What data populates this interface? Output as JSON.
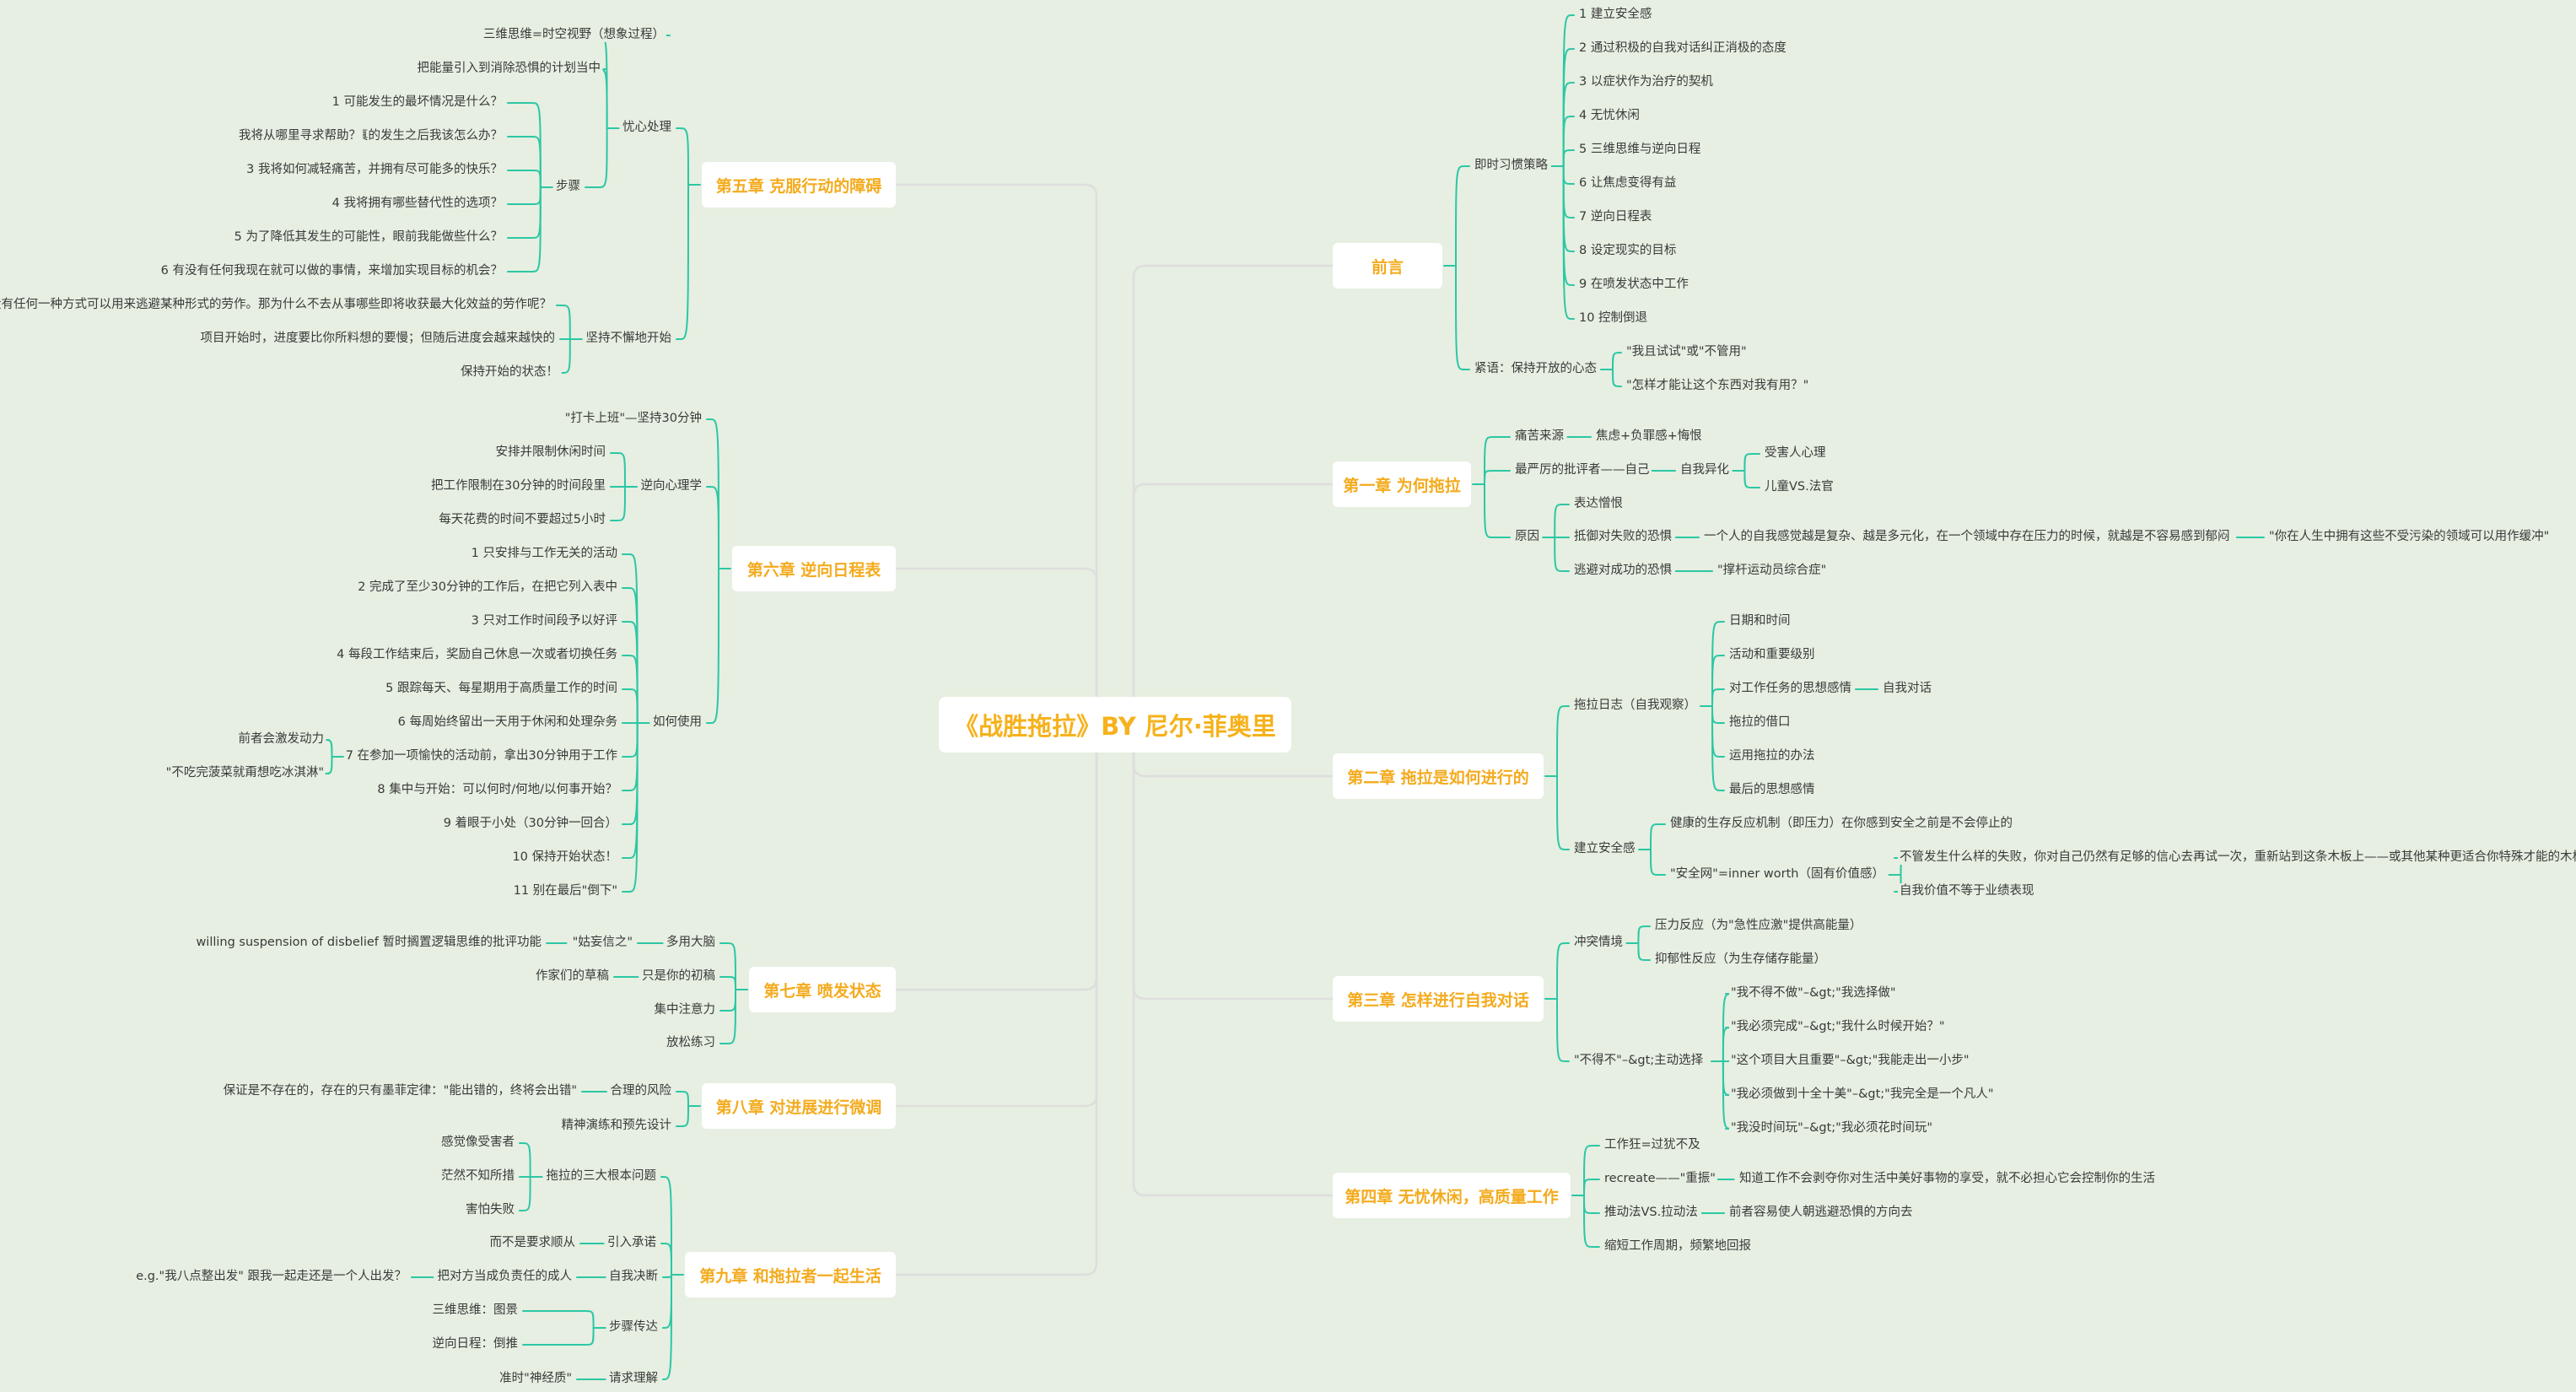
{
  "title": "《战胜拖拉》BY 尼尔·菲奥里",
  "colors": {
    "background": "#e6efe1",
    "accent": "#f4ab1e",
    "branch_line": "#2cc7a4",
    "main_line": "#dedede",
    "text": "#3a3a3a"
  },
  "chapters": [
    {
      "label": "前言",
      "side": "right",
      "children": [
        {
          "text": "即时习惯策略",
          "children": [
            {
              "text": "1 建立安全感"
            },
            {
              "text": "2 通过积极的自我对话纠正消极的态度"
            },
            {
              "text": "3 以症状作为治疗的契机"
            },
            {
              "text": "4 无忧休闲"
            },
            {
              "text": "5 三维思维与逆向日程"
            },
            {
              "text": "6 让焦虑变得有益"
            },
            {
              "text": "7 逆向日程表"
            },
            {
              "text": "8 设定现实的目标"
            },
            {
              "text": "9 在喷发状态中工作"
            },
            {
              "text": "10 控制倒退"
            }
          ]
        },
        {
          "text": "紧语：保持开放的心态",
          "children": [
            {
              "text": "\"我且试试\"或\"不管用\""
            },
            {
              "text": "\"怎样才能让这个东西对我有用？\""
            }
          ]
        }
      ]
    },
    {
      "label": "第一章 为何拖拉",
      "side": "right",
      "children": [
        {
          "text": "痛苦来源",
          "children": [
            {
              "text": "焦虑+负罪感+悔恨"
            }
          ]
        },
        {
          "text": "最严厉的批评者——自己",
          "children": [
            {
              "text": "自我异化",
              "children": [
                {
                  "text": "受害人心理"
                },
                {
                  "text": "儿童VS.法官"
                }
              ]
            }
          ]
        },
        {
          "text": "原因",
          "children": [
            {
              "text": "表达憎恨"
            },
            {
              "text": "抵御对失败的恐惧",
              "children": [
                {
                  "text": "一个人的自我感觉越是复杂、越是多元化，在一个领域中存在压力的时候，就越是不容易感到郁闷",
                  "children": [
                    {
                      "text": "\"你在人生中拥有这些不受污染的领域可以用作缓冲\""
                    }
                  ]
                }
              ]
            },
            {
              "text": "逃避对成功的恐惧",
              "children": [
                {
                  "text": "\"撑杆运动员综合症\""
                }
              ]
            }
          ]
        }
      ]
    },
    {
      "label": "第二章 拖拉是如何进行的",
      "side": "right",
      "children": [
        {
          "text": "拖拉日志（自我观察）",
          "children": [
            {
              "text": "日期和时间"
            },
            {
              "text": "活动和重要级别"
            },
            {
              "text": "对工作任务的思想感情",
              "children": [
                {
                  "text": "自我对话"
                }
              ]
            },
            {
              "text": "拖拉的借口"
            },
            {
              "text": "运用拖拉的办法"
            },
            {
              "text": "最后的思想感情"
            }
          ]
        },
        {
          "text": "建立安全感",
          "children": [
            {
              "text": "健康的生存反应机制（即压力）在你感到安全之前是不会停止的"
            },
            {
              "text": "\"安全网\"=inner worth（固有价值感）",
              "children": [
                {
                  "text": "不管发生什么样的失败，你对自己仍然有足够的信心去再试一次，重新站到这条木板上——或其他某种更适合你特殊才能的木板上"
                },
                {
                  "text": "自我价值不等于业绩表现"
                }
              ]
            }
          ]
        }
      ]
    },
    {
      "label": "第三章 怎样进行自我对话",
      "side": "right",
      "children": [
        {
          "text": "冲突情境",
          "children": [
            {
              "text": "压力反应（为\"急性应激\"提供高能量）"
            },
            {
              "text": "抑郁性反应（为生存储存能量）"
            }
          ]
        },
        {
          "text": "\"不得不\"–&gt;主动选择",
          "children": [
            {
              "text": "\"我不得不做\"–&gt;\"我选择做\""
            },
            {
              "text": "\"我必须完成\"–&gt;\"我什么时候开始？\""
            },
            {
              "text": "\"这个项目大且重要\"–&gt;\"我能走出一小步\""
            },
            {
              "text": "\"我必须做到十全十美\"–&gt;\"我完全是一个凡人\""
            },
            {
              "text": "\"我没时间玩\"–&gt;\"我必须花时间玩\""
            }
          ]
        }
      ]
    },
    {
      "label": "第四章 无忧休闲，高质量工作",
      "side": "right",
      "children": [
        {
          "text": "工作狂=过犹不及"
        },
        {
          "text": "recreate——\"重振\"",
          "children": [
            {
              "text": "知道工作不会剥夺你对生活中美好事物的享受，就不必担心它会控制你的生活"
            }
          ]
        },
        {
          "text": "推动法VS.拉动法",
          "children": [
            {
              "text": "前者容易使人朝逃避恐惧的方向去"
            }
          ]
        },
        {
          "text": "缩短工作周期，频繁地回报"
        }
      ]
    },
    {
      "label": "第五章 克服行动的障碍",
      "side": "left",
      "children": [
        {
          "text": "忧心处理",
          "children": [
            {
              "text": "三维思维=时空视野（想象过程）"
            },
            {
              "text": "把能量引入到消除恐惧的计划当中"
            },
            {
              "text": "步骤",
              "children": [
                {
                  "text": "1 可能发生的最坏情况是什么？"
                },
                {
                  "text": "2 真的发生之后我该怎么办？",
                  "children": [
                    {
                      "text": "我将从哪里寻求帮助？"
                    }
                  ]
                },
                {
                  "text": "3 我将如何减轻痛苦，并拥有尽可能多的快乐？"
                },
                {
                  "text": "4 我将拥有哪些替代性的选项？"
                },
                {
                  "text": "5 为了降低其发生的可能性，眼前我能做些什么？"
                },
                {
                  "text": "6 有没有任何我现在就可以做的事情，来增加实现目标的机会？"
                }
              ]
            }
          ]
        },
        {
          "text": "坚持不懈地开始",
          "children": [
            {
              "text": "没有任何一种方式可以用来逃避某种形式的劳作。那为什么不去从事哪些即将收获最大化效益的劳作呢？"
            },
            {
              "text": "项目开始时，进度要比你所料想的要慢；但随后进度会越来越快的"
            },
            {
              "text": "保持开始的状态！"
            }
          ]
        }
      ]
    },
    {
      "label": "第六章 逆向日程表",
      "side": "left",
      "children": [
        {
          "text": "\"打卡上班\"—坚持30分钟"
        },
        {
          "text": "逆向心理学",
          "children": [
            {
              "text": "安排并限制休闲时间"
            },
            {
              "text": "把工作限制在30分钟的时间段里"
            },
            {
              "text": "每天花费的时间不要超过5小时"
            }
          ]
        },
        {
          "text": "如何使用",
          "children": [
            {
              "text": "1 只安排与工作无关的活动"
            },
            {
              "text": "2 完成了至少30分钟的工作后，在把它列入表中"
            },
            {
              "text": "3 只对工作时间段予以好评"
            },
            {
              "text": "4 每段工作结束后，奖励自己休息一次或者切换任务"
            },
            {
              "text": "5 跟踪每天、每星期用于高质量工作的时间"
            },
            {
              "text": "6 每周始终留出一天用于休闲和处理杂务"
            },
            {
              "text": "7 在参加一项愉快的活动前，拿出30分钟用于工作",
              "children": [
                {
                  "text": "前者会激发动力"
                },
                {
                  "text": "\"不吃完菠菜就甭想吃冰淇淋\""
                }
              ]
            },
            {
              "text": "8 集中与开始：可以何时/何地/以何事开始？"
            },
            {
              "text": "9 着眼于小处（30分钟一回合）"
            },
            {
              "text": "10 保持开始状态！"
            },
            {
              "text": "11 别在最后\"倒下\""
            }
          ]
        }
      ]
    },
    {
      "label": "第七章 喷发状态",
      "side": "left",
      "children": [
        {
          "text": "多用大脑",
          "children": [
            {
              "text": "\"姑妄信之\"",
              "children": [
                {
                  "text": "willing suspension of disbelief 暂时搁置逻辑思维的批评功能"
                }
              ]
            }
          ]
        },
        {
          "text": "只是你的初稿",
          "children": [
            {
              "text": "作家们的草稿"
            }
          ]
        },
        {
          "text": "集中注意力"
        },
        {
          "text": "放松练习"
        }
      ]
    },
    {
      "label": "第八章 对进展进行微调",
      "side": "left",
      "children": [
        {
          "text": "合理的风险",
          "children": [
            {
              "text": "保证是不存在的，存在的只有墨菲定律：\"能出错的，终将会出错\""
            }
          ]
        },
        {
          "text": "精神演练和预先设计"
        }
      ]
    },
    {
      "label": "第九章 和拖拉者一起生活",
      "side": "left",
      "children": [
        {
          "text": "拖拉的三大根本问题",
          "children": [
            {
              "text": "感觉像受害者"
            },
            {
              "text": "茫然不知所措"
            },
            {
              "text": "害怕失败"
            }
          ]
        },
        {
          "text": "引入承诺",
          "children": [
            {
              "text": "而不是要求顺从"
            }
          ]
        },
        {
          "text": "自我决断",
          "children": [
            {
              "text": "把对方当成负责任的成人",
              "children": [
                {
                  "text": "e.g.\"我八点整出发\" 跟我一起走还是一个人出发？"
                }
              ]
            }
          ]
        },
        {
          "text": "步骤传达",
          "children": [
            {
              "text": "三维思维：图景"
            },
            {
              "text": "逆向日程：倒推"
            }
          ]
        },
        {
          "text": "请求理解",
          "children": [
            {
              "text": "准时\"神经质\""
            }
          ]
        }
      ]
    }
  ]
}
